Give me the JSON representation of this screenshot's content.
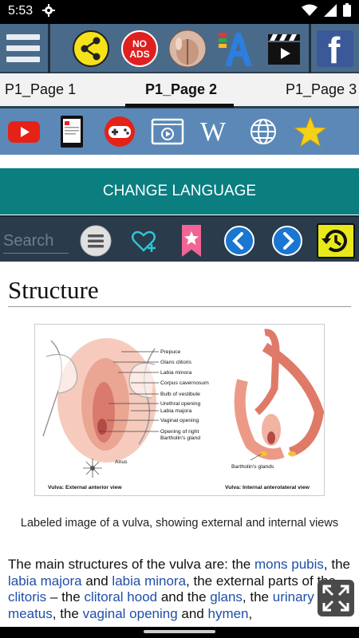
{
  "status": {
    "time": "5:53"
  },
  "toolbar": {
    "no_ads_line1": "NO",
    "no_ads_line2": "ADS",
    "facebook_letter": "f"
  },
  "tabs": [
    {
      "label": "P1_Page 1"
    },
    {
      "label": "P1_Page 2"
    },
    {
      "label": "P1_Page 3"
    }
  ],
  "iconbar": {
    "wiki_letter": "W"
  },
  "language_button": "CHANGE LANGUAGE",
  "search": {
    "placeholder": "Search"
  },
  "article": {
    "heading": "Structure",
    "figure": {
      "left_labels": [
        "Prepuce",
        "Glans clitoris",
        "Labia minora",
        "Corpus cavernosum",
        "Bulb of vestibule",
        "Urethral opening",
        "Labia majora",
        "Vaginal opening",
        "Opening of right",
        "Bartholin's gland",
        "Anus"
      ],
      "right_label": "Bartholin's glands",
      "left_title": "Vulva: External anterior view",
      "right_title": "Vulva: Internal anterolateral view"
    },
    "caption": "Labeled image of a vulva, showing external and internal views",
    "paragraph": {
      "t1": "The main structures of the vulva are: the ",
      "l1": "mons pubis",
      "t2": ", the ",
      "l2": "labia majora",
      "t3": " and ",
      "l3": "labia minora",
      "t4": ", the external parts of the ",
      "l4": "clitoris",
      "t5": " – the ",
      "l5": "clitoral hood",
      "t6": " and the ",
      "l6": "glans",
      "t7": ", the ",
      "l7": "urinary meatus",
      "t8": ", the ",
      "l8": "vaginal opening",
      "t9": " and ",
      "l9": "hymen",
      "t10": ","
    }
  },
  "colors": {
    "toolbar": "#4a6a8a",
    "iconbar": "#5b88b7",
    "language_bar": "#0b7e80",
    "searchbar": "#2a3b4b",
    "link": "#1f4fa8"
  }
}
